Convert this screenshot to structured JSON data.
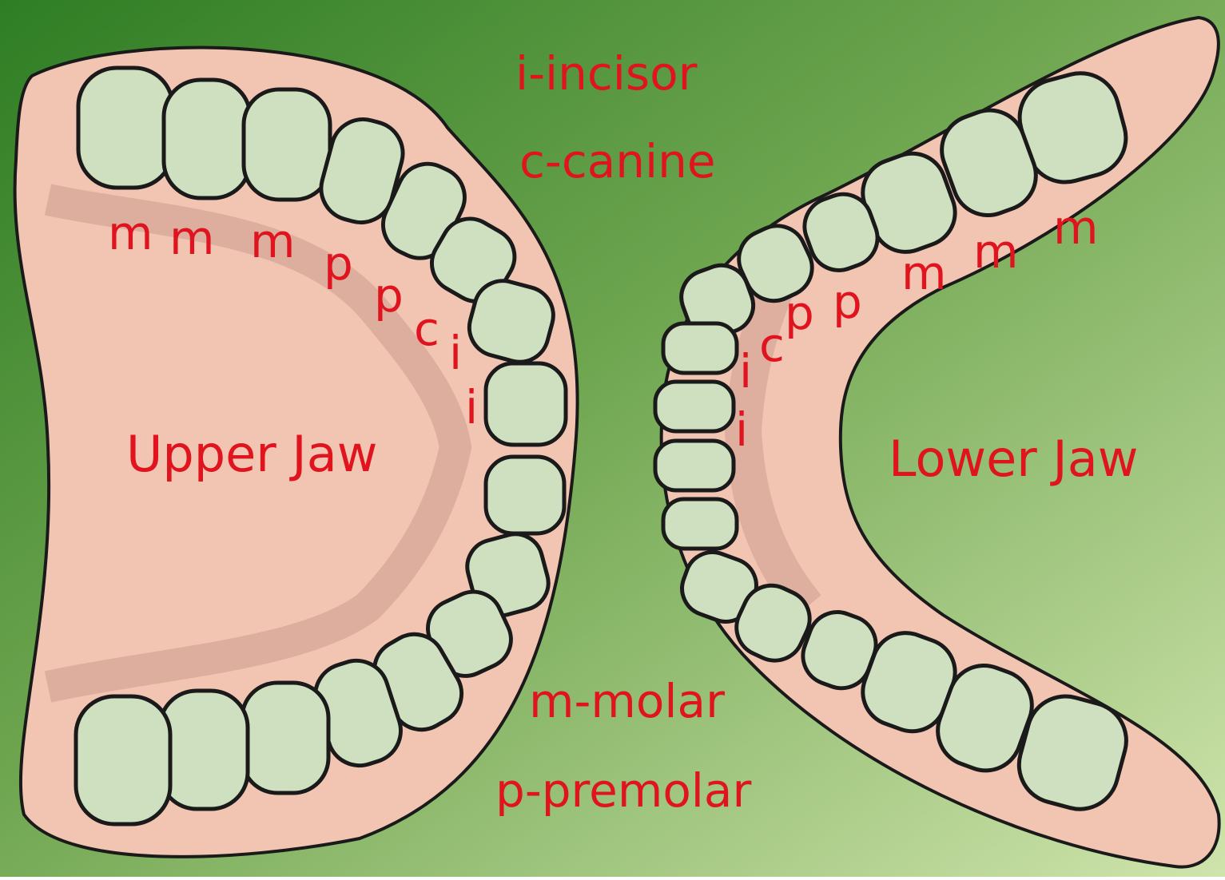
{
  "colors": {
    "background_dark": "#2e7d24",
    "background_light": "#c8e0a2",
    "gum": "#f2c4b2",
    "gum_shadow": "#d6a595",
    "tooth_fill": "#cfe0c0",
    "tooth_rim": "#86b76c",
    "tooth_outline": "#1a1a1a",
    "label": "#e0141e"
  },
  "legend": {
    "incisor": "i-incisor",
    "canine": "c-canine",
    "molar": "m-molar",
    "premolar": "p-premolar"
  },
  "upper_jaw": {
    "title": "Upper Jaw",
    "labels": [
      "m",
      "m",
      "m",
      "p",
      "p",
      "c",
      "i",
      "i"
    ]
  },
  "lower_jaw": {
    "title": "Lower Jaw",
    "labels": [
      "m",
      "m",
      "m",
      "p",
      "p",
      "c",
      "i",
      "i"
    ]
  }
}
